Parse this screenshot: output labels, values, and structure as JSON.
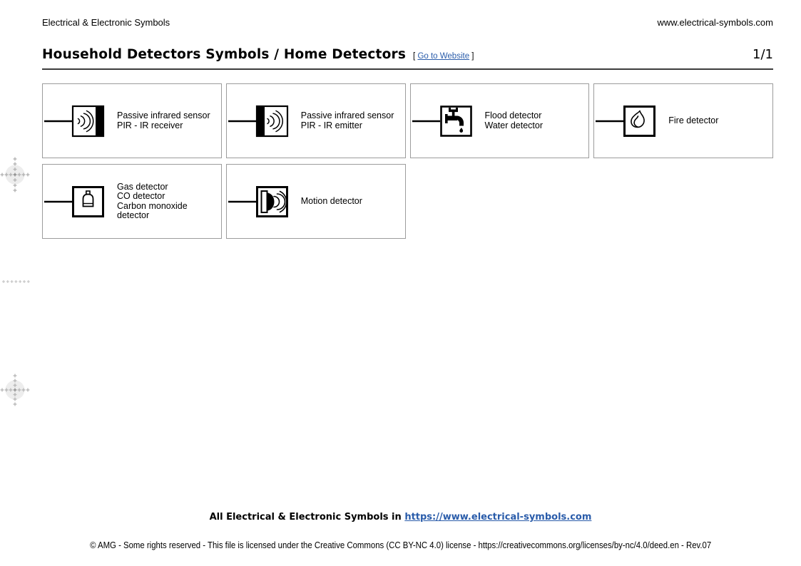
{
  "page": {
    "brand": "Electrical & Electronic Symbols",
    "site": "www.electrical-symbols.com",
    "page_indicator": "1/1"
  },
  "title": {
    "text": "Household Detectors Symbols / Home Detectors",
    "bracket_open": "[",
    "link_label": "Go to Website",
    "bracket_close": "]"
  },
  "symbols": [
    {
      "id": "pir-ir-receiver",
      "icon": "pir-receiver-icon",
      "lines": [
        "Passive infrared sensor",
        "PIR - IR receiver"
      ]
    },
    {
      "id": "pir-ir-emitter",
      "icon": "pir-emitter-icon",
      "lines": [
        "Passive infrared sensor",
        "PIR - IR emitter"
      ]
    },
    {
      "id": "flood-detector",
      "icon": "faucet-drip-icon",
      "lines": [
        "Flood detector",
        "Water detector"
      ]
    },
    {
      "id": "fire-detector",
      "icon": "flame-icon",
      "lines": [
        "Fire detector"
      ]
    },
    {
      "id": "gas-detector",
      "icon": "gas-bottle-icon",
      "lines": [
        "Gas detector",
        "CO detector",
        "Carbon monoxide",
        "detector"
      ]
    },
    {
      "id": "motion-detector",
      "icon": "motion-waves-icon",
      "lines": [
        "Motion detector"
      ]
    }
  ],
  "footer": {
    "all_symbols_text": "All Electrical & Electronic Symbols in",
    "all_symbols_link": "https://www.electrical-symbols.com",
    "copyright": "© AMG - Some rights reserved - This file is licensed under the Creative Commons (CC BY-NC 4.0) license - https://creativecommons.org/licenses/by-nc/4.0/deed.en - Rev.07"
  },
  "colors": {
    "link_blue": "#2a5caa",
    "card_border": "#9c9c9c",
    "rule": "#3d3d3d"
  }
}
